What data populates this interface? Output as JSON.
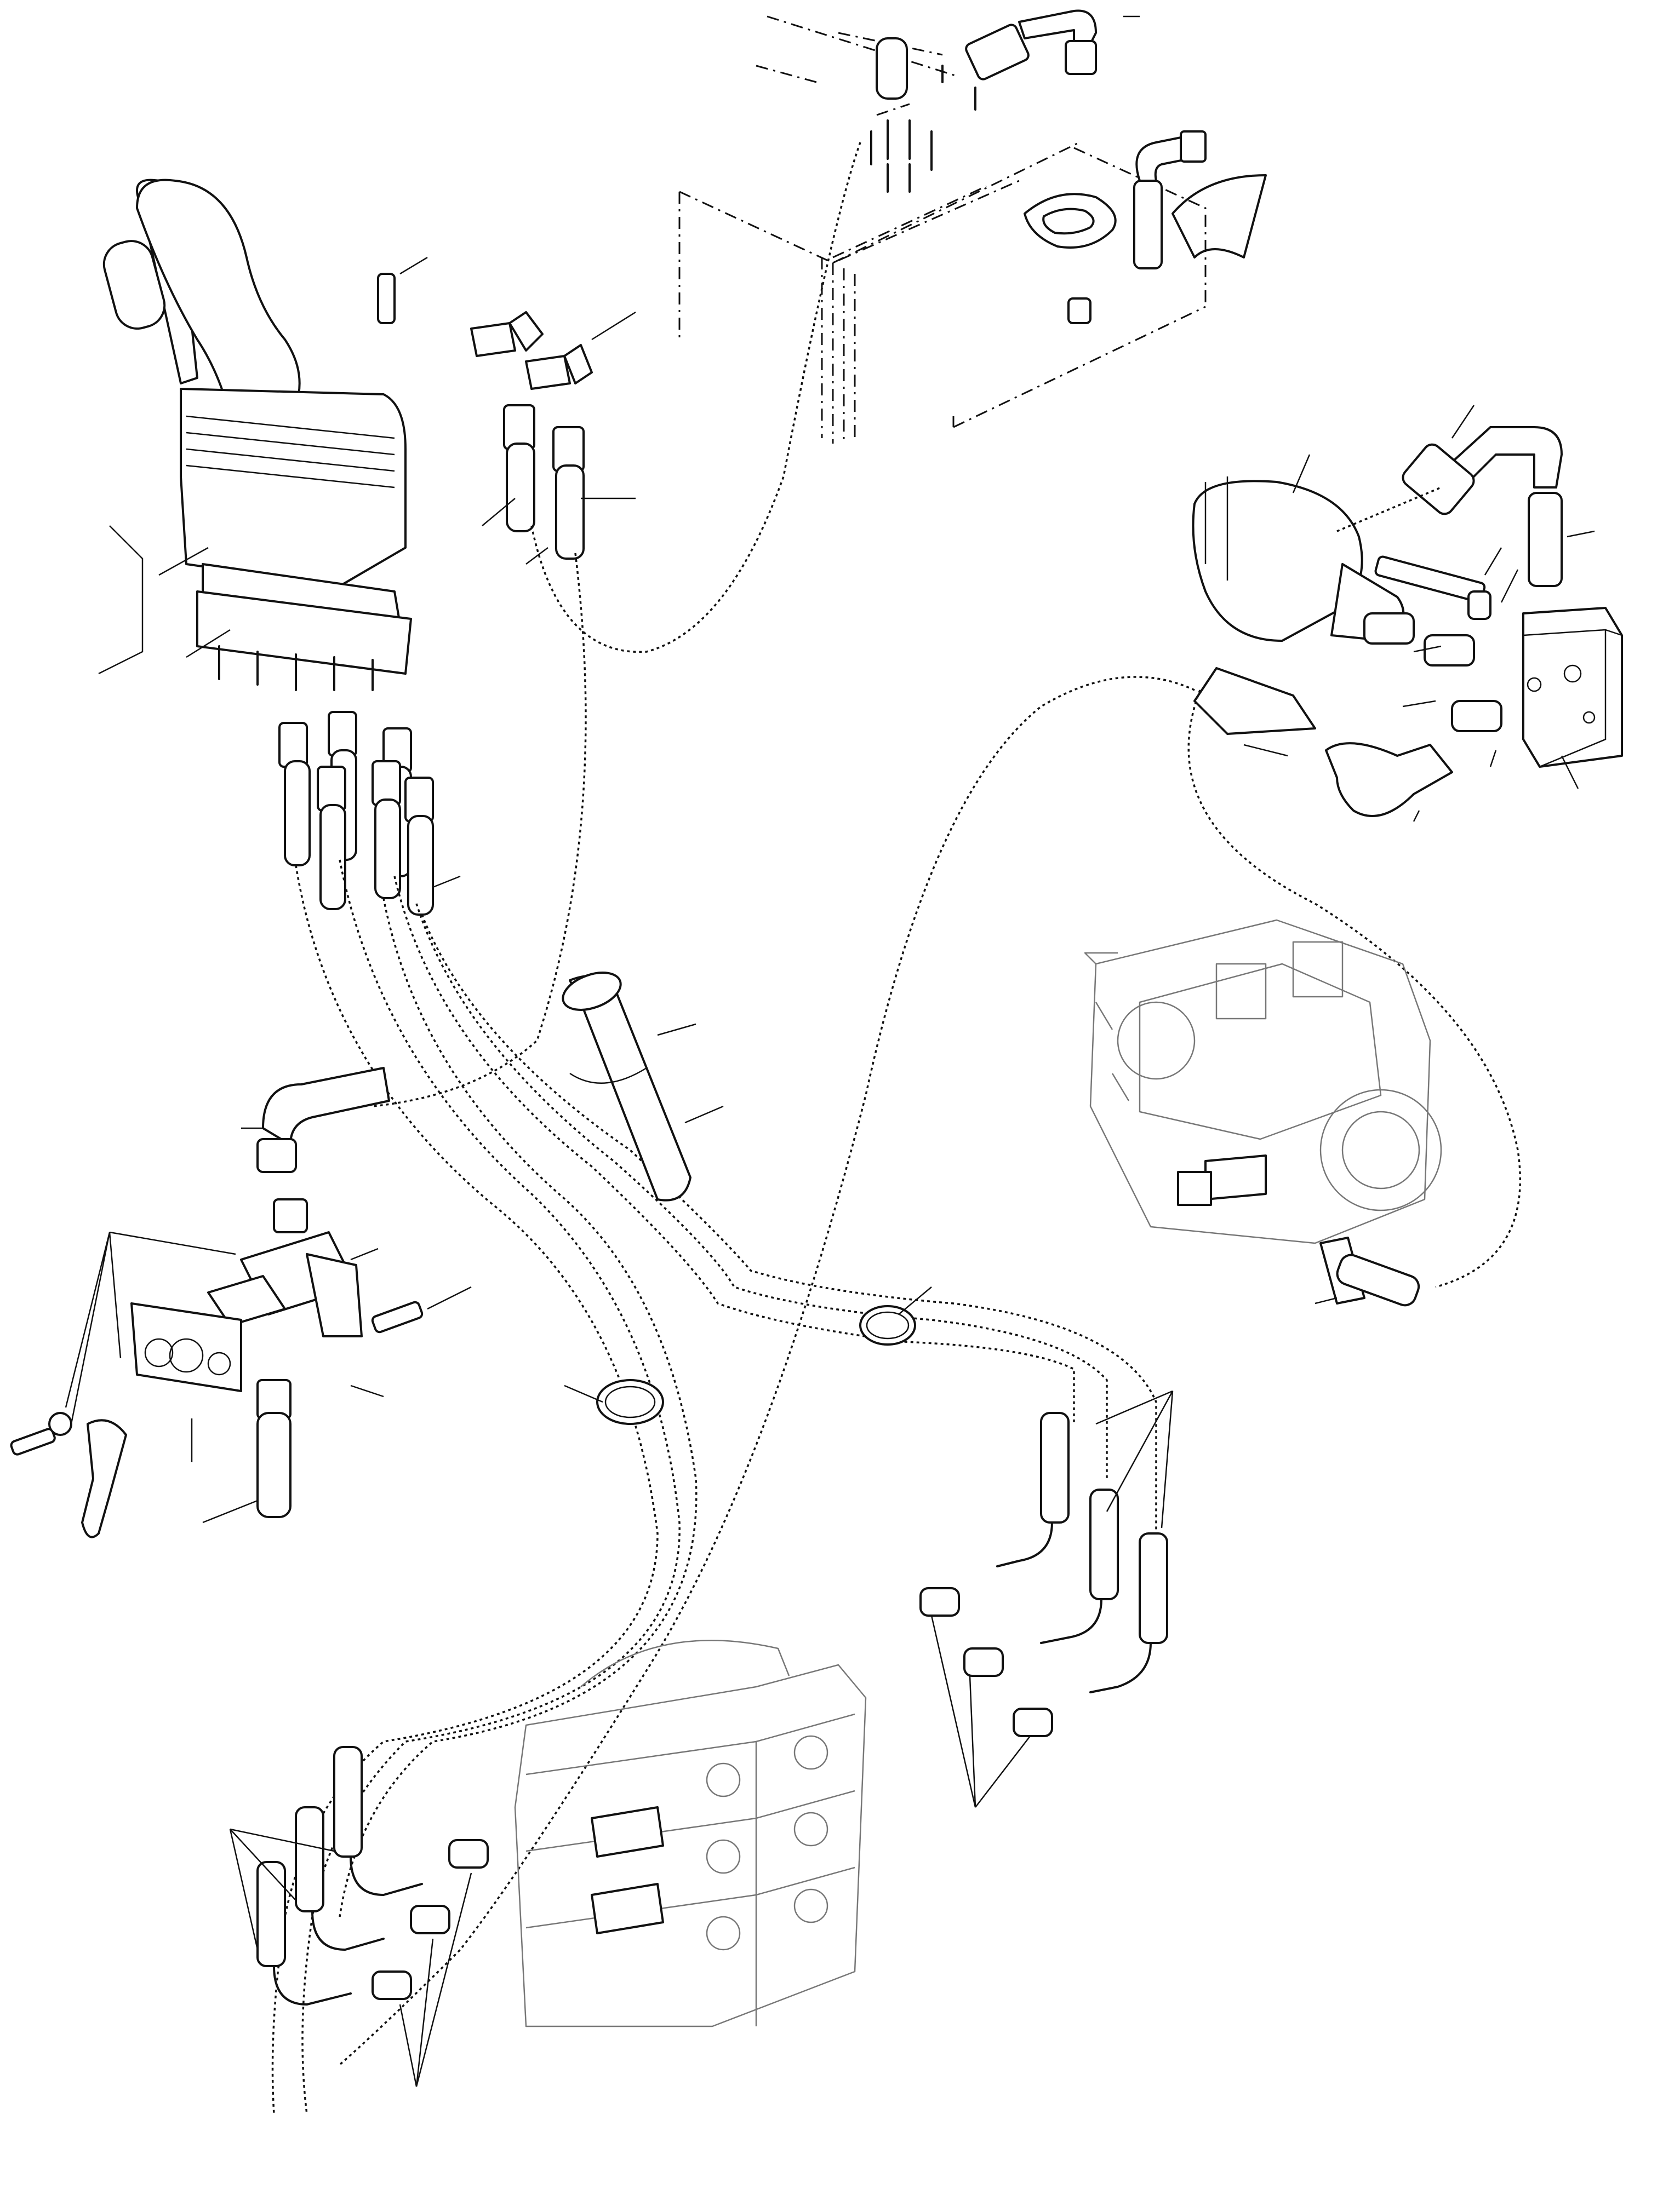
{
  "drawing": {
    "background": "#ffffff",
    "line_color": "#111111",
    "ghost_color": "#777777",
    "text_labels": []
  },
  "components": [
    {
      "id": "hydraulic-tank",
      "style": "dash-dot outline"
    },
    {
      "id": "joystick-control-valve"
    },
    {
      "id": "accumulator"
    },
    {
      "id": "manifold-block"
    },
    {
      "id": "hydraulic-pump",
      "style": "ghosted"
    },
    {
      "id": "protective-sleeve"
    },
    {
      "id": "tee-valve-assembly"
    },
    {
      "id": "mounting-plate"
    },
    {
      "id": "control-lever"
    },
    {
      "id": "control-valve-bank",
      "style": "ghosted"
    },
    {
      "id": "hose-clamp",
      "count": 2
    },
    {
      "id": "pilot-hose",
      "style": "dotted"
    }
  ]
}
